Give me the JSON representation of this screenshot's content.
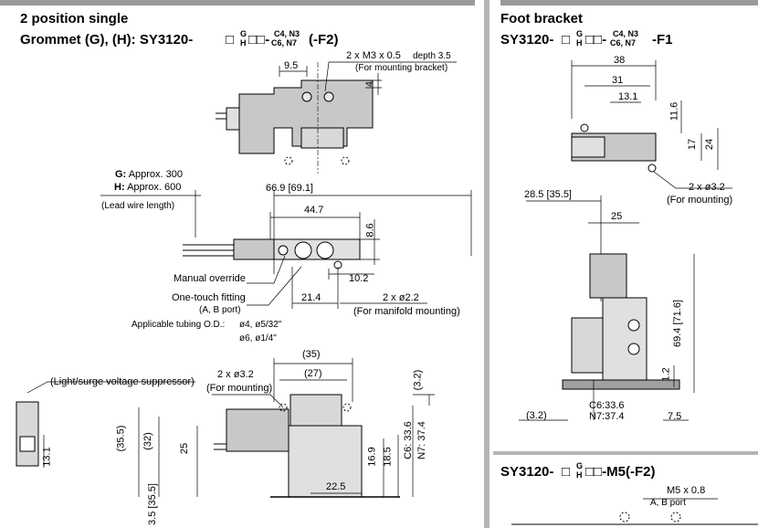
{
  "main": {
    "title": "2 position single",
    "model_prefix": "Grommet (G), (H): SY3120-",
    "model_box": "□",
    "model_sub_top": "G",
    "model_sub_bottom": "H",
    "model_boxes": "□□-",
    "model_opt_top": "C4, N3",
    "model_opt_bottom": "C6, N7",
    "model_suffix": "(-F2)"
  },
  "labels": {
    "mount_thread_a": "2 x M3 x 0.5",
    "mount_thread_depth": "depth 3.5",
    "mount_thread_note": "(For mounting bracket)",
    "dim_9_5": "9.5",
    "dim_4": "4",
    "lead_g_key": "G:",
    "lead_g_val": "Approx. 300",
    "lead_h_key": "H:",
    "lead_h_val": "Approx. 600",
    "lead_note": "(Lead wire length)",
    "dim_66_9": "66.9 [69.1]",
    "dim_44_7": "44.7",
    "dim_8_6": "8.6",
    "manual_override": "Manual override",
    "dim_10_2": "10.2",
    "one_touch": "One-touch fitting",
    "ab_port": "(A, B port)",
    "dim_21_4": "21.4",
    "hole_2_2": "2 x ø2.2",
    "manifold_note": "(For manifold mounting)",
    "tubing_label": "Applicable tubing O.D.:",
    "tubing_line1": "ø4, ø5/32\"",
    "tubing_line2": "ø6, ø1/4\"",
    "dim_35": "(35)",
    "dim_27": "(27)",
    "hole_3_2": "2 x ø3.2",
    "for_mounting": "(For mounting)",
    "dim_3_2_paren": "(3.2)",
    "suppressor": "(Light/surge voltage suppressor)",
    "dim_35_5": "(35.5)",
    "dim_32": "(32)",
    "dim_25": "25",
    "dim_16_9": "16.9",
    "dim_18_5": "18.5",
    "dim_c6_33_6": "C6: 33.6",
    "dim_n7_37_4": "N7: 37.4",
    "dim_22_5": "22.5",
    "dim_13_1": "13.1",
    "dim_bottom_partial": "3.5 [35.5]"
  },
  "foot": {
    "title": "Foot bracket",
    "model_prefix": "SY3120-",
    "model_box": "□",
    "model_sub_top": "G",
    "model_sub_bottom": "H",
    "model_boxes": "□□-",
    "model_opt_top": "C4, N3",
    "model_opt_bottom": "C6, N7",
    "model_suffix": "-F1",
    "dim_38": "38",
    "dim_31": "31",
    "dim_13_1": "13.1",
    "dim_11_6": "11.6",
    "dim_17": "17",
    "dim_24": "24",
    "hole": "2 x ø3.2",
    "hole_note": "(For mounting)",
    "dim_28_5": "28.5 [35.5]",
    "dim_25": "25",
    "dim_69_4": "69.4 [71.6]",
    "dim_1_2": "1.2",
    "c6": "C6:33.6",
    "n7": "N7:37.4",
    "dim_3_2": "(3.2)",
    "dim_7_5": "7.5"
  },
  "m5": {
    "model_prefix": "SY3120-",
    "model_box": "□",
    "model_sub_top": "G",
    "model_sub_bottom": "H",
    "model_suffix": "□□-M5(-F2)",
    "thread": "M5 x 0.8",
    "port": "A, B port"
  },
  "colors": {
    "ink": "#000000",
    "shade": "#c8c8c8",
    "shade_dark": "#a0a0a0",
    "rule": "#b5b5b5"
  }
}
